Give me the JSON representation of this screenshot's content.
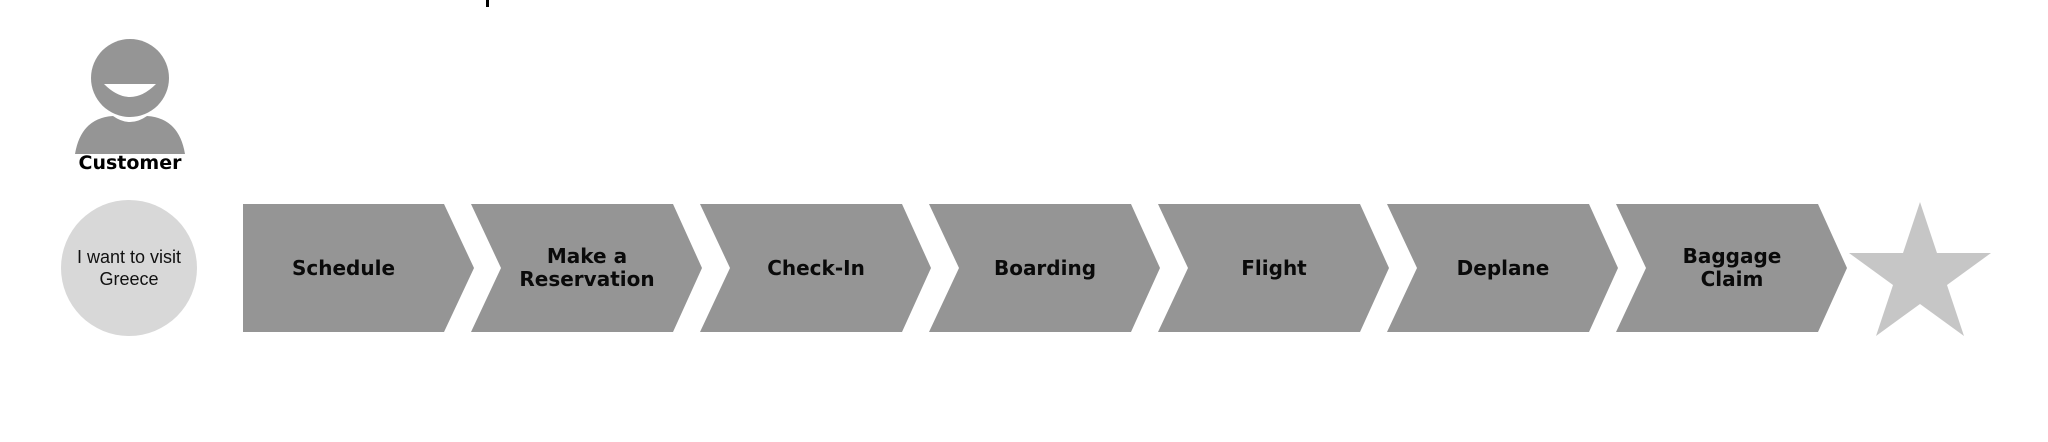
{
  "customer": {
    "label": "Customer",
    "icon": "person-icon"
  },
  "goal": {
    "text": "I want to visit Greece"
  },
  "steps": [
    {
      "label": "Schedule"
    },
    {
      "label": "Make a\nReservation"
    },
    {
      "label": "Check-In"
    },
    {
      "label": "Boarding"
    },
    {
      "label": "Flight"
    },
    {
      "label": "Deplane"
    },
    {
      "label": "Baggage\nClaim"
    }
  ],
  "end": {
    "icon": "star-icon"
  },
  "colors": {
    "step_fill": "#959595",
    "avatar": "#959595",
    "goal_circle": "#d8d8d8",
    "star": "#c6c6c6"
  }
}
